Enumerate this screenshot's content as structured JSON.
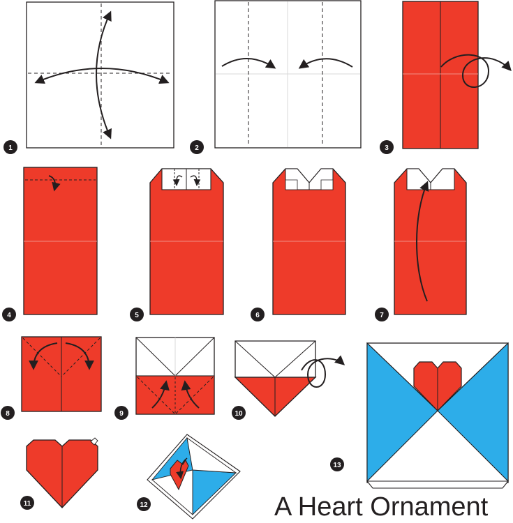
{
  "title": "A Heart Ornament",
  "step_numbers": [
    "1",
    "2",
    "3",
    "4",
    "5",
    "6",
    "7",
    "8",
    "9",
    "10",
    "11",
    "12",
    "13"
  ],
  "colors": {
    "paper_front": "#ee3b2a",
    "paper_back": "#ffffff",
    "frame_blue": "#2dade9",
    "line": "#231f20"
  }
}
